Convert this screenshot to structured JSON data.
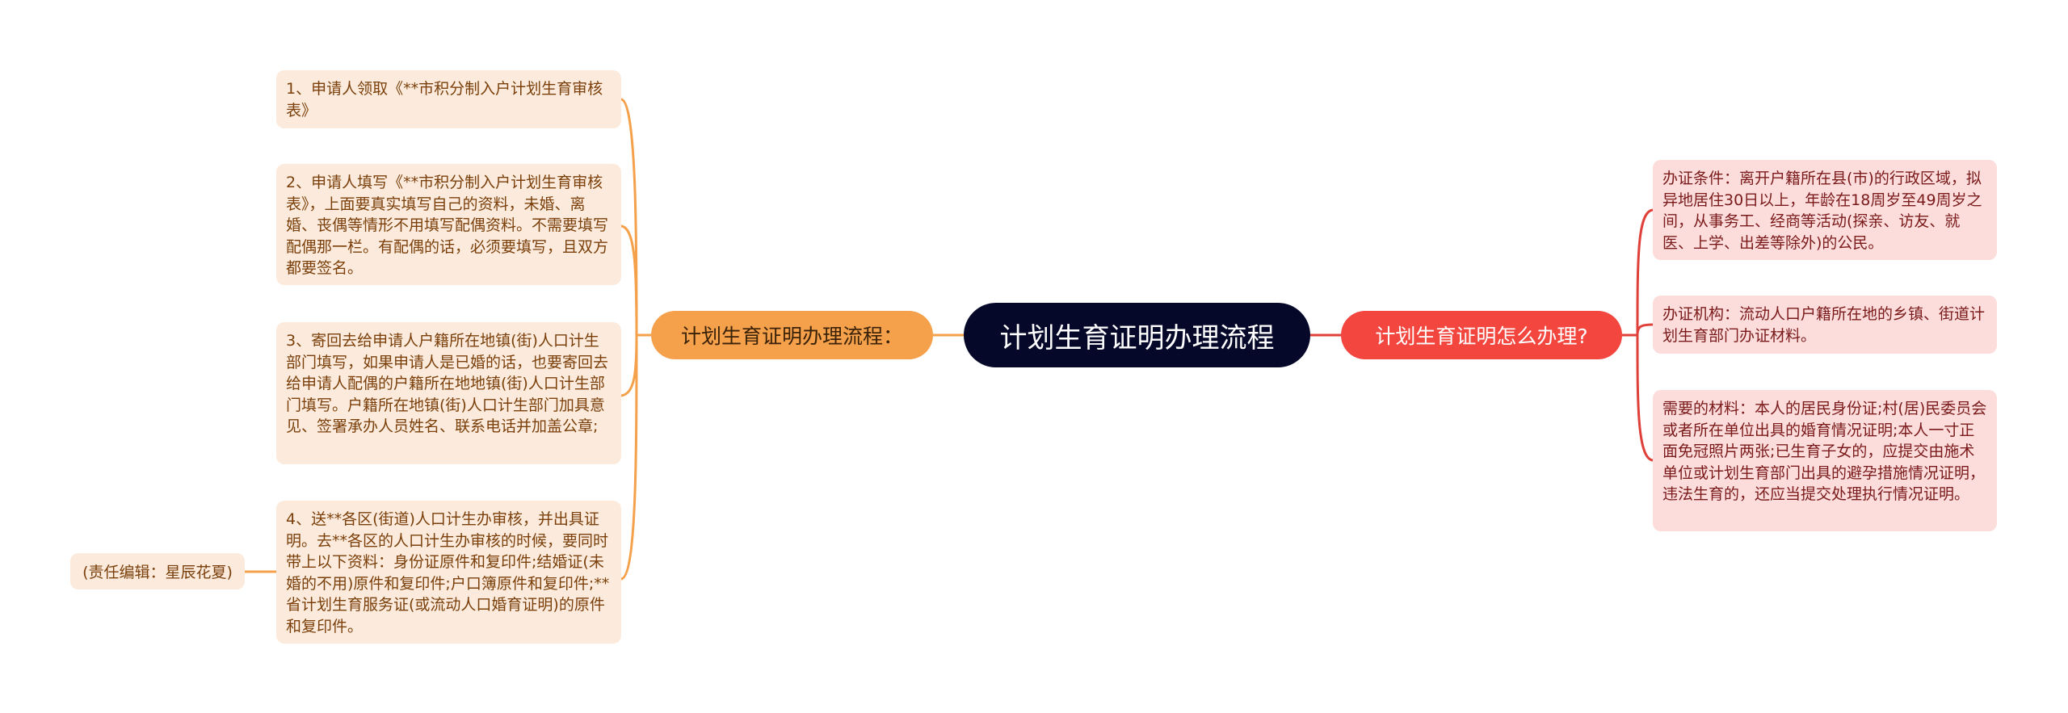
{
  "mindmap": {
    "central": {
      "label": "计划生育证明办理流程",
      "color": "#050829"
    },
    "left_branch": {
      "label": "计划生育证明办理流程：",
      "color": "#f5a04a",
      "items": [
        {
          "text": "1、申请人领取《**市积分制入户计划生育审核表》"
        },
        {
          "text": "2、申请人填写《**市积分制入户计划生育审核表》，上面要真实填写自己的资料，未婚、离婚、丧偶等情形不用填写配偶资料。不需要填写配偶那一栏。有配偶的话，必须要填写，且双方都要签名。"
        },
        {
          "text": "3、寄回去给申请人户籍所在地镇(街)人口计生部门填写，如果申请人是已婚的话，也要寄回去给申请人配偶的户籍所在地地镇(街)人口计生部门填写。户籍所在地镇(街)人口计生部门加具意见、签署承办人员姓名、联系电话并加盖公章;"
        },
        {
          "text": "4、送**各区(街道)人口计生办审核，并出具证明。去**各区的人口计生办审核的时候，要同时带上以下资料：身份证原件和复印件;结婚证(未婚的不用)原件和复印件;户口簿原件和复印件;**省计划生育服务证(或流动人口婚育证明)的原件和复印件。"
        }
      ],
      "note": "(责任编辑：星辰花夏)"
    },
    "right_branch": {
      "label": "计划生育证明怎么办理?",
      "color": "#f2463e",
      "items": [
        {
          "text": "办证条件：离开户籍所在县(市)的行政区域，拟异地居住30日以上，年龄在18周岁至49周岁之间，从事务工、经商等活动(探亲、访友、就医、上学、出差等除外)的公民。"
        },
        {
          "text": "办证机构：流动人口户籍所在地的乡镇、街道计划生育部门办证材料。"
        },
        {
          "text": "需要的材料：本人的居民身份证;村(居)民委员会或者所在单位出具的婚育情况证明;本人一寸正面免冠照片两张;已生育子女的，应提交由施术单位或计划生育部门出具的避孕措施情况证明，违法生育的，还应当提交处理执行情况证明。"
        }
      ]
    }
  }
}
